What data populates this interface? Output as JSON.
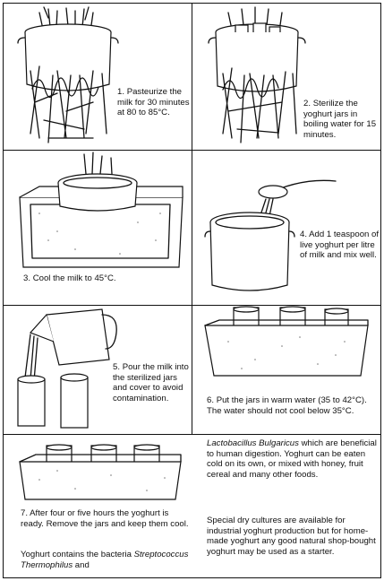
{
  "steps": [
    {
      "number": "1.",
      "text": "Pasteurize the milk for 30 minutes at 80 to 85°C."
    },
    {
      "number": "2.",
      "text": "Sterilize the yoghurt jars in boiling water for 15 minutes."
    },
    {
      "number": "3.",
      "text": "Cool the milk to 45°C."
    },
    {
      "number": "4.",
      "text": "Add 1 teaspoon of live yoghurt per litre of milk and mix well."
    },
    {
      "number": "5.",
      "text": "Pour the milk into the sterilized jars and cover to avoid contamination."
    },
    {
      "number": "6.",
      "text": "Put the jars in warm water (35 to 42°C). The water should not cool below 35°C."
    },
    {
      "number": "7.",
      "text": "After four or five hours the yoghurt is ready. Remove the jars and keep them cool."
    }
  ],
  "notes": {
    "bacteria_intro": "Yoghurt contains the bacteria",
    "bacteria_1": "Streptococcus Thermophilus",
    "and": "and",
    "bacteria_2": "Lactobacillus Bulgaricus",
    "bacteria_2_rest": "which are beneficial to human digestion. Yoghurt can be eaten cold on its own, or mixed with honey, fruit cereal and many other foods.",
    "cultures": "Special dry cultures are available for industrial yoghurt production but for home-made yoghurt any good natural shop-bought yoghurt may be used as a starter."
  }
}
